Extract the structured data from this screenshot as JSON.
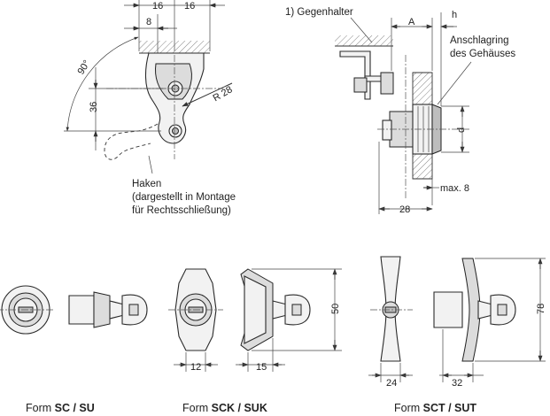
{
  "top_left": {
    "dims": {
      "d16a": "16",
      "d16b": "16",
      "d8": "8",
      "d36": "36",
      "r28": "R 28",
      "angle": "90°"
    },
    "label": [
      "Haken",
      "(dargestellt in Montage",
      "für Rechtsschließung)"
    ]
  },
  "top_right": {
    "labels": {
      "gegenhalter": "1) Gegenhalter",
      "anschlag1": "Anschlagring",
      "anschlag2": "des Gehäuses"
    },
    "dims": {
      "a": "A",
      "h": "h",
      "d": "d",
      "max8": "max. 8",
      "d28": "28"
    }
  },
  "forms": {
    "sc": {
      "prefix": "Form ",
      "name": "SC / SU"
    },
    "sck": {
      "prefix": "Form ",
      "name": "SCK / SUK",
      "dims": {
        "d12": "12",
        "d15": "15",
        "d50": "50"
      }
    },
    "sct": {
      "prefix": "Form ",
      "name": "SCT / SUT",
      "dims": {
        "d24": "24",
        "d32": "32",
        "d78": "78"
      }
    }
  }
}
